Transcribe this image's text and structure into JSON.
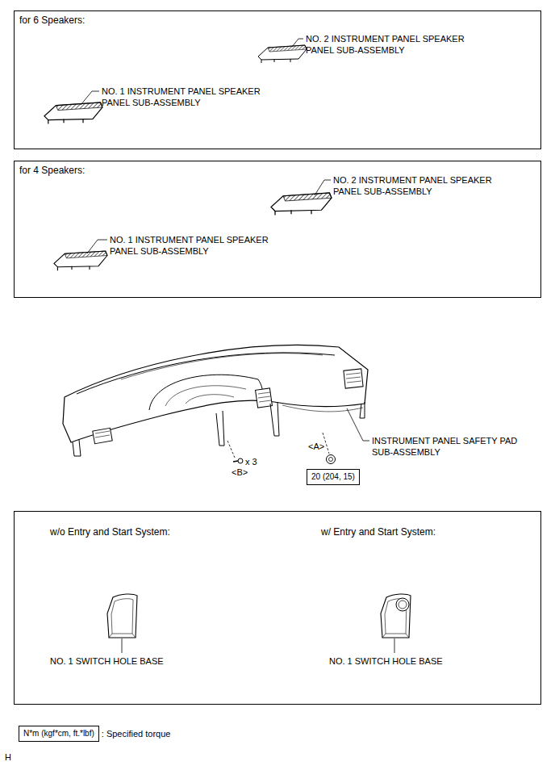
{
  "diagram": {
    "nodes": [
      {
        "text": [
          "for 6 Speakers:"
        ]
      },
      {
        "text": [
          "for 4 Speakers:"
        ]
      },
      {
        "text": [
          "w/o Entry and Start System:",
          "w/ Entry and Start System:"
        ]
      },
      {
        "text": [
          "20 (204, 15)"
        ]
      },
      {
        "text": [
          "N*m (kgf*cm, ft.*lbf)"
        ]
      }
    ],
    "labels": [
      "NO. 2 INSTRUMENT PANEL SPEAKER PANEL SUB-ASSEMBLY",
      "NO. 1 INSTRUMENT PANEL SPEAKER PANEL SUB-ASSEMBLY",
      "NO. 2 INSTRUMENT PANEL SPEAKER PANEL SUB-ASSEMBLY",
      "NO. 1 INSTRUMENT PANEL SPEAKER PANEL SUB-ASSEMBLY",
      "INSTRUMENT PANEL SAFETY PAD SUB-ASSEMBLY",
      "<A>",
      "x 3",
      "<B>",
      "NO. 1 SWITCH HOLE BASE",
      "NO. 1 SWITCH HOLE BASE",
      "H"
    ],
    "legend": [
      {
        "text": ": Specified torque"
      }
    ]
  }
}
